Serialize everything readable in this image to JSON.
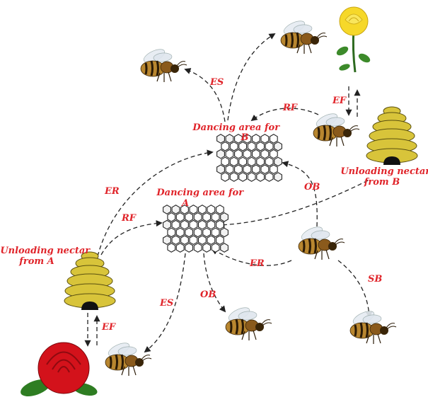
{
  "labels": {
    "dancing_a": [
      "Dancing area for",
      "A"
    ],
    "dancing_b": [
      "Dancing area for",
      "B"
    ],
    "unloading_a": [
      "Unloading nectar",
      "from A"
    ],
    "unloading_b": [
      "Unloading nectar",
      "from B"
    ]
  },
  "edges": {
    "es_top": "ES",
    "rf_top": "RF",
    "ef_right": "EF",
    "ob_right": "OB",
    "er_left": "ER",
    "rf_left": "RF",
    "er_bottom": "ER",
    "sb": "SB",
    "ob_bottom": "OB",
    "es_bottom": "ES",
    "ef_left": "EF"
  },
  "icons": {
    "bee": "bee-icon",
    "hive": "beehive-icon",
    "rose_red": "red-rose-icon",
    "rose_yellow": "yellow-rose-icon",
    "comb": "honeycomb-icon"
  },
  "colors": {
    "label_red": "#e0242a",
    "hive_yellow": "#d8c43a",
    "rose_red": "#d3121b",
    "rose_yellow": "#f6d82a",
    "bee_body": "#b8862f"
  }
}
